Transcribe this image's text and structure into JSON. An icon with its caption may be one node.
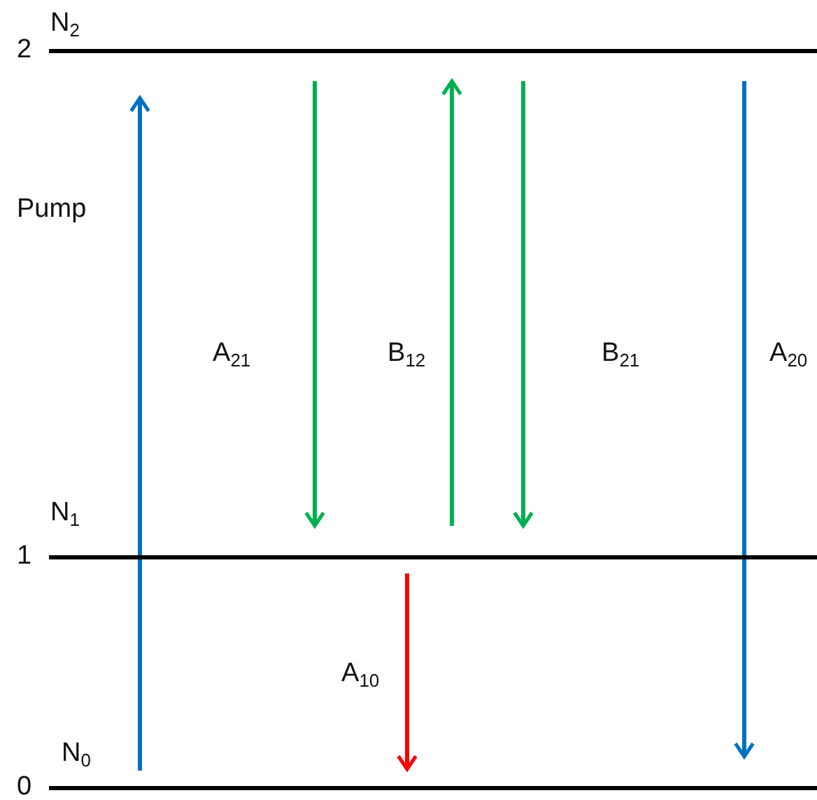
{
  "diagram": {
    "nodes": [
      {
        "text": [
          "N$_{2}$"
        ],
        "beside": [
          "2"
        ]
      },
      {
        "text": [
          "N$_{1}$"
        ],
        "beside": [
          "1"
        ]
      },
      {
        "text": [
          "N$_{0}$"
        ],
        "beside": [
          "0"
        ]
      }
    ],
    "edges": [
      {
        "from": 2,
        "to": 0,
        "arrow": "to",
        "label": "Pump",
        "color": "#0070c0"
      },
      {
        "from": 0,
        "to": 1,
        "arrow": "to",
        "label": "A$_{21}$",
        "color": "#00b050"
      },
      {
        "from": 1,
        "to": 0,
        "arrow": "to",
        "label": "B$_{12}$",
        "color": "#00b050"
      },
      {
        "from": 0,
        "to": 1,
        "arrow": "to",
        "label": "B$_{21}$",
        "color": "#00b050"
      },
      {
        "from": 0,
        "to": 2,
        "arrow": "to",
        "label": "A$_{20}$",
        "color": "#0070c0"
      },
      {
        "from": 1,
        "to": 2,
        "arrow": "to",
        "label": "A$_{10}$",
        "color": "#ff0000"
      }
    ]
  }
}
